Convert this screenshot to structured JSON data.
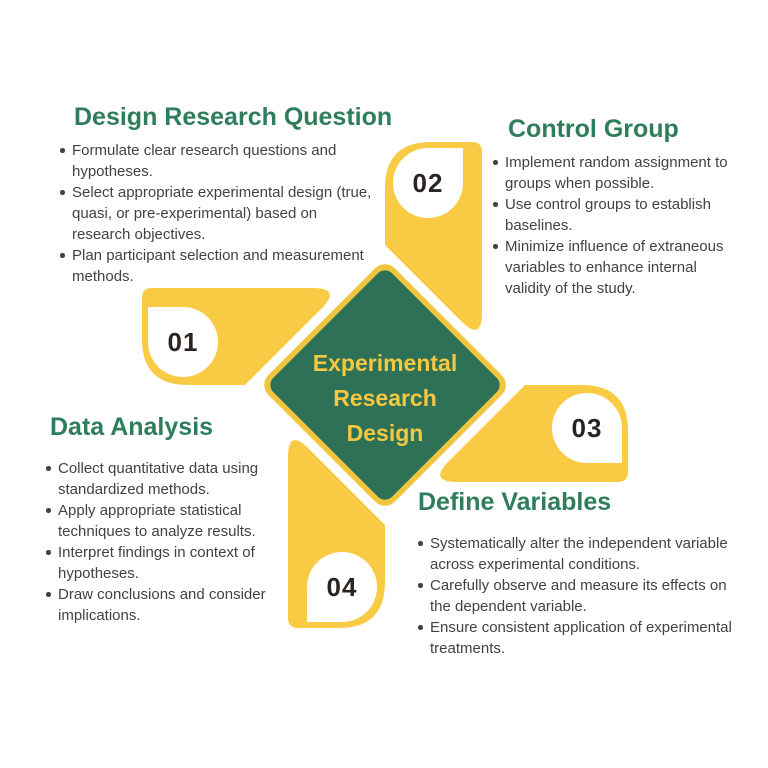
{
  "diagram": {
    "title_lines": [
      "Experimental",
      "Research",
      "Design"
    ],
    "colors": {
      "arm_yellow": "#f9cb45",
      "diamond_green": "#2e7156",
      "heading_green": "#2e7d5b",
      "body_text": "#454041",
      "number_text": "#2a2320",
      "badge_white": "#ffffff",
      "background": "#ffffff"
    }
  },
  "sections": [
    {
      "number": "01",
      "title": "Design Research Question",
      "bullets": [
        "Formulate clear research questions and hypotheses.",
        "Select appropriate experimental design (true, quasi, or pre-experimental) based on research objectives.",
        "Plan participant selection and measurement methods."
      ]
    },
    {
      "number": "02",
      "title": "Control Group",
      "bullets": [
        "Implement random assignment to groups when possible.",
        "Use control groups to establish baselines.",
        "Minimize influence of extraneous variables to enhance internal validity of the study."
      ]
    },
    {
      "number": "03",
      "title": "Define Variables",
      "bullets": [
        "Systematically alter the independent variable across experimental conditions.",
        "Carefully observe and measure its effects on the dependent variable.",
        "Ensure consistent application of experimental treatments."
      ]
    },
    {
      "number": "04",
      "title": "Data Analysis",
      "bullets": [
        "Collect quantitative data using standardized methods.",
        "Apply appropriate statistical techniques to analyze results.",
        "Interpret findings in context of hypotheses.",
        "Draw conclusions and consider implications."
      ]
    }
  ]
}
